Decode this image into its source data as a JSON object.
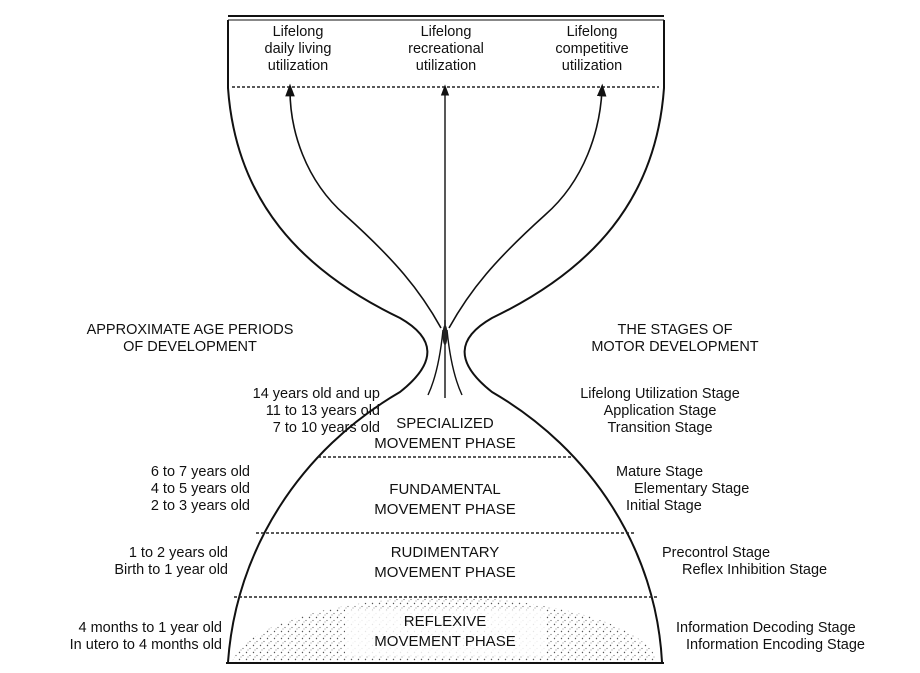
{
  "top_labels": [
    [
      "Lifelong",
      "daily living",
      "utilization"
    ],
    [
      "Lifelong",
      "recreational",
      "utilization"
    ],
    [
      "Lifelong",
      "competitive",
      "utilization"
    ]
  ],
  "left_heading": [
    "APPROXIMATE AGE PERIODS",
    "OF DEVELOPMENT"
  ],
  "right_heading": [
    "THE STAGES OF",
    "MOTOR DEVELOPMENT"
  ],
  "phases": [
    {
      "name": [
        "SPECIALIZED",
        "MOVEMENT PHASE"
      ],
      "ages": [
        "14 years old and up",
        "11 to 13 years old",
        "7 to 10 years old"
      ],
      "stages": [
        "Lifelong Utilization Stage",
        "Application Stage",
        "Transition Stage"
      ]
    },
    {
      "name": [
        "FUNDAMENTAL",
        "MOVEMENT PHASE"
      ],
      "ages": [
        "6 to 7 years old",
        "4 to 5 years old",
        "2 to 3 years old"
      ],
      "stages": [
        "Mature Stage",
        "Elementary Stage",
        "Initial Stage"
      ]
    },
    {
      "name": [
        "RUDIMENTARY",
        "MOVEMENT PHASE"
      ],
      "ages": [
        "1 to 2 years old",
        "Birth to 1 year old"
      ],
      "stages": [
        "Precontrol Stage",
        "Reflex Inhibition Stage"
      ]
    },
    {
      "name": [
        "REFLEXIVE",
        "MOVEMENT PHASE"
      ],
      "ages": [
        "4 months to 1 year old",
        "In utero to 4 months old"
      ],
      "stages": [
        "Information Decoding Stage",
        "Information Encoding Stage"
      ]
    }
  ]
}
